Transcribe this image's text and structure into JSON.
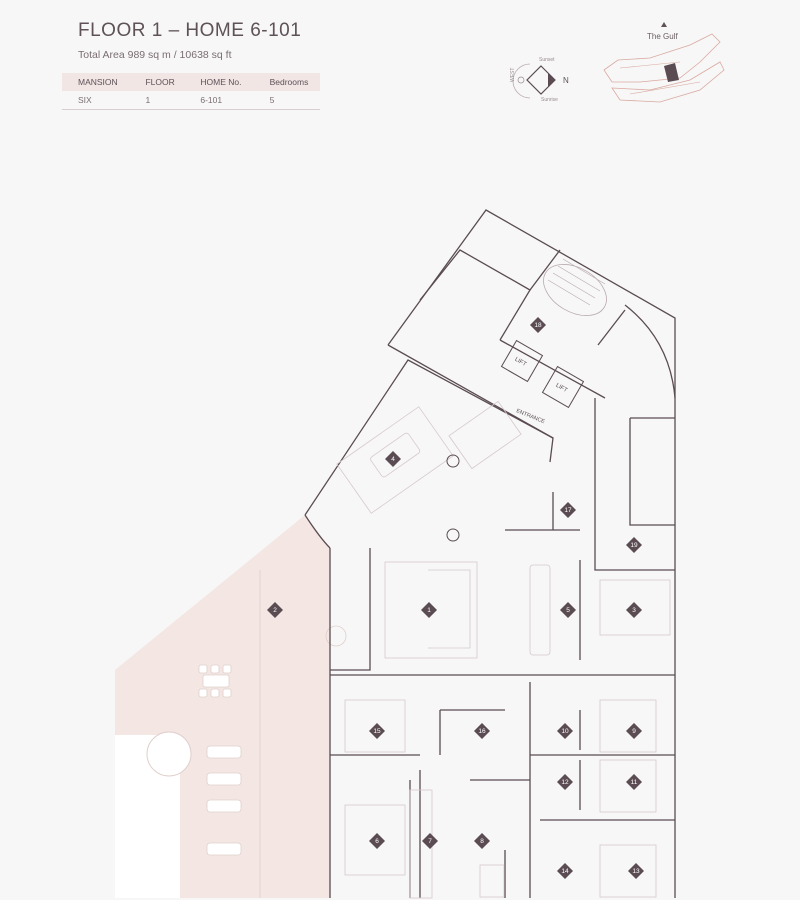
{
  "header": {
    "title": "FLOOR 1 – HOME 6-101",
    "subtitle": "Total Area 989 sq m / 10638 sq ft"
  },
  "info_table": {
    "columns": [
      "MANSION",
      "FLOOR",
      "HOME No.",
      "Bedrooms"
    ],
    "row": [
      "SIX",
      "1",
      "6-101",
      "5"
    ]
  },
  "compass": {
    "north": "N",
    "sunset": "Sunset",
    "sunrise": "Sunrise",
    "west": "WEST"
  },
  "keyplan": {
    "label": "The Gulf"
  },
  "plan": {
    "entrance_label": "ENTRANCE",
    "lift_label": "LIFT",
    "markers": [
      "1",
      "2",
      "3",
      "4",
      "5",
      "6",
      "7",
      "8",
      "9",
      "10",
      "11",
      "12",
      "13",
      "14",
      "15",
      "16",
      "17",
      "18",
      "19"
    ]
  },
  "colors": {
    "text": "#5e5158",
    "wall": "#5a4c52",
    "terrace": "#f3e6e3",
    "marker": "#5a4c52",
    "table_header": "#f2e6e4"
  }
}
